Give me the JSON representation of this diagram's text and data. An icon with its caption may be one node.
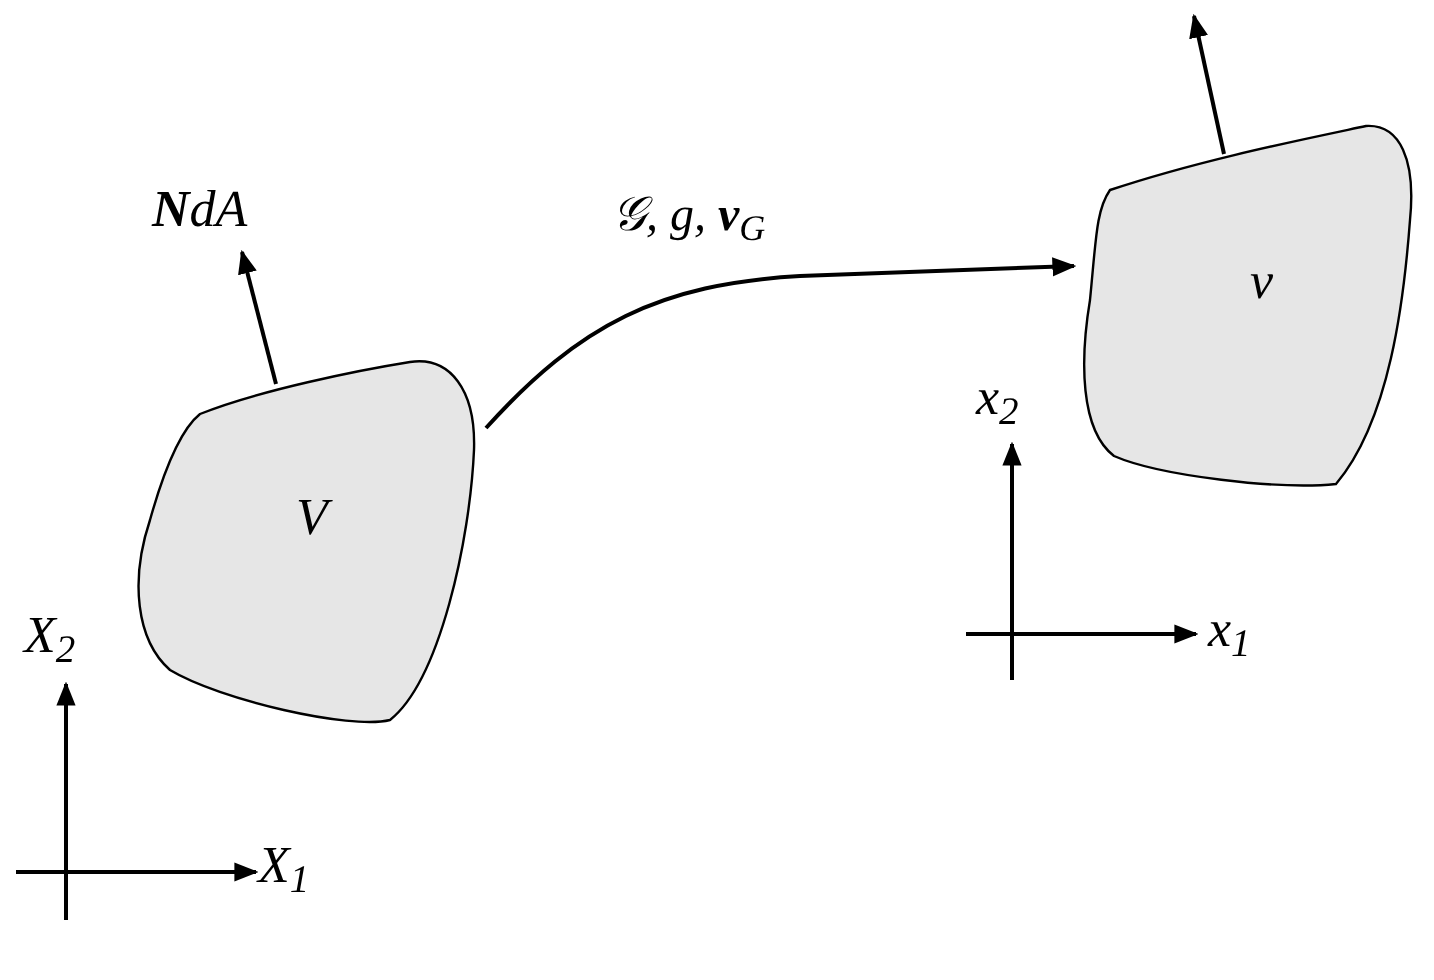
{
  "diagram": {
    "nodes": [
      {
        "text": [
          "V"
        ]
      },
      {
        "text": [
          "v"
        ]
      },
      {
        "text": [
          "**N**dA"
        ]
      }
    ],
    "edges": [
      {
        "from": 0,
        "to": 1,
        "arrow": "to",
        "label": "𝒢, g, **v**$_{G}$"
      },
      {
        "from": 0,
        "to": 2,
        "arrow": "to"
      },
      {
        "from": 1,
        "to": null,
        "arrow": "to"
      }
    ],
    "labels": [
      "X$_{2}$",
      "X$_{1}$",
      "x$_{2}$",
      "x$_{1}$"
    ]
  }
}
